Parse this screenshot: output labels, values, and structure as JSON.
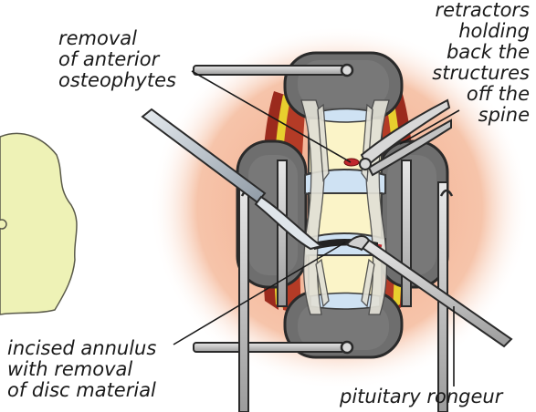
{
  "diagram": {
    "labels": {
      "osteophytes": "removal\nof anterior\nosteophytes",
      "retractors": "retractors\nholding\nback the\nstructures\noff the\nspine",
      "annulus": "incised annulus\nwith removal\nof disc material",
      "rongeur": "pituitary rongeur"
    }
  },
  "colors": {
    "halo": "#f4b79a",
    "vertebra": "#fbf4c8",
    "disc": "#cfe2f3",
    "retractor_pad": "#6e6e6e",
    "metal": "#cfcfcf",
    "blade": "#b9c1c9",
    "muscle": "#9b2a1d",
    "fat": "#e8cf2e",
    "ligament": "#e2e0d6",
    "shape": "#eef2b6",
    "cut": "#c0272d"
  }
}
